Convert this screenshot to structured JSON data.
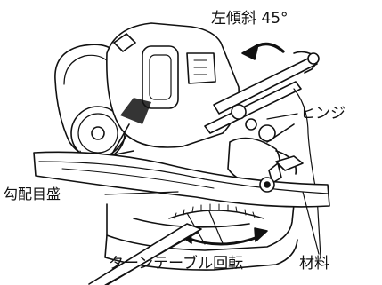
{
  "labels": {
    "tilt": "左傾斜 45°",
    "hinge": "ヒンジ",
    "bevel_scale": "勾配目盛",
    "turntable": "ターンテーブル回転",
    "workpiece": "材料"
  }
}
